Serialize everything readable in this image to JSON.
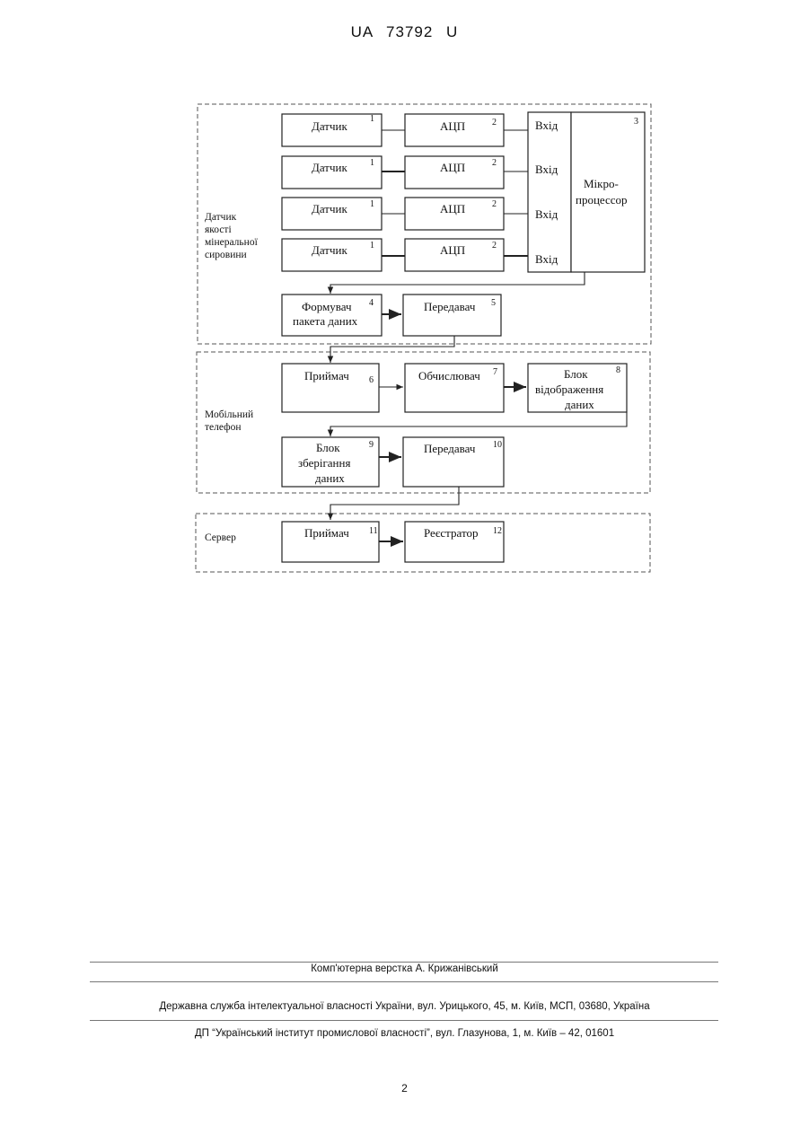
{
  "header": {
    "patent_number": "UA   73792   U"
  },
  "diagram": {
    "groups": {
      "sensor": [
        "Датчик",
        "якості",
        "мінеральної",
        "сировини"
      ],
      "phone": [
        "Мобільний",
        "телефон"
      ],
      "server": [
        "Сервер"
      ]
    },
    "sensor_label": "Датчик",
    "adc_label": "АЦП",
    "input_label": "Вхід",
    "micro_label": [
      "Мікро-",
      "процессор"
    ],
    "packet_former": [
      "Формувач",
      "пакета даних"
    ],
    "transmitter_label": "Передавач",
    "receiver_label": "Приймач",
    "calculator_label": "Обчислювач",
    "display_block": [
      "Блок",
      "відображення",
      "даних"
    ],
    "storage_block": [
      "Блок",
      "зберігання",
      "даних"
    ],
    "registrar_label": "Реєстратор",
    "numbers": {
      "sensor": "1",
      "adc": "2",
      "micro": "3",
      "former": "4",
      "transmitter1": "5",
      "receiver1": "6",
      "calculator": "7",
      "display": "8",
      "storage": "9",
      "transmitter2": "10",
      "receiver2": "11",
      "registrar": "12"
    }
  },
  "footer": {
    "layout_credit": "Комп'ютерна верстка А. Крижанівський",
    "agency": "Державна служба інтелектуальної власності України, вул. Урицького, 45, м. Київ, МСП, 03680, Україна",
    "institute": "ДП “Український інститут промислової власності”, вул. Глазунова, 1, м. Київ – 42, 01601",
    "page_number": "2"
  }
}
